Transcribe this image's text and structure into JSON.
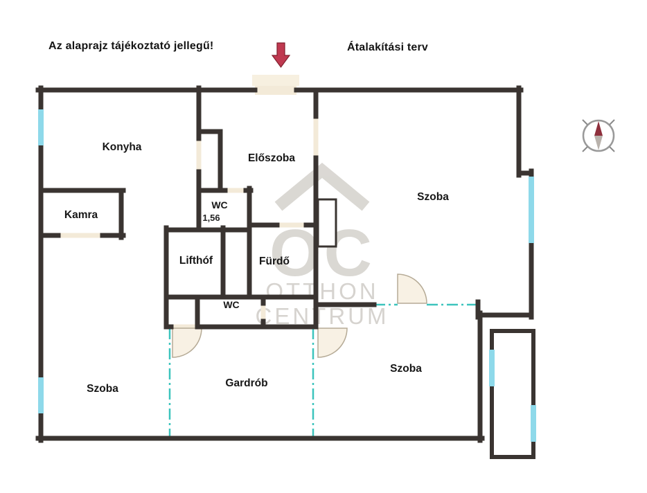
{
  "header": {
    "disclaimer": "Az alaprajz tájékoztató jellegű!",
    "plan_title": "Átalakítási terv"
  },
  "rooms": {
    "konyha": "Konyha",
    "kamra": "Kamra",
    "eloszoba": "Előszoba",
    "wc1": "WC",
    "wc1_area": "1,56",
    "lifthof": "Lifthóf",
    "furdo": "Fürdő",
    "wc2": "WC",
    "szoba_right_top": "Szoba",
    "szoba_left_bottom": "Szoba",
    "gardrob": "Gardrób",
    "szoba_right_bottom": "Szoba"
  },
  "watermark": {
    "logo": "OC",
    "line1": "OTTHON",
    "line2": "CENTRUM"
  },
  "colors": {
    "wall": "#3a3431",
    "window": "#8ed9ea",
    "renovation_line": "#3cc4bd",
    "arrow_red": "#bf3950",
    "door_opening": "#f3ead8"
  }
}
